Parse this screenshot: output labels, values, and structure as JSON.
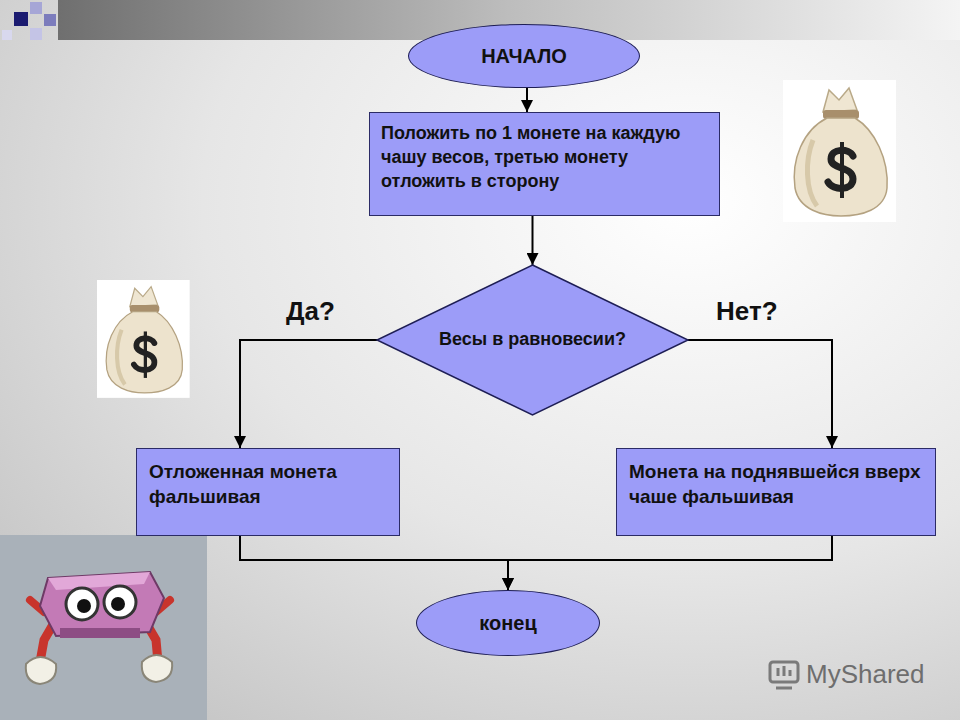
{
  "diagram": {
    "nodes": [
      {
        "text": [
          "НАЧАЛО"
        ]
      },
      {
        "text": [
          "Положить по 1 монете на каждую чашу весов, третью монету отложить в сторону"
        ]
      },
      {
        "text": [
          "Весы в равновесии?"
        ]
      },
      {
        "text": [
          "Отложенная монета фальшивая"
        ]
      },
      {
        "text": [
          "Монета на поднявшейся вверх чаше фальшивая"
        ]
      },
      {
        "text": [
          "конец"
        ]
      }
    ],
    "edges": [
      {
        "from": 0,
        "to": 1,
        "arrow": "to"
      },
      {
        "from": 1,
        "to": 2,
        "arrow": "to"
      },
      {
        "from": 2,
        "to": 3,
        "label": "Да?",
        "arrow": "to"
      },
      {
        "from": 2,
        "to": 4,
        "label": "Нет?",
        "arrow": "to"
      },
      {
        "from": 3,
        "to": 5,
        "arrow": "to"
      },
      {
        "from": 4,
        "to": 5,
        "arrow": "to"
      }
    ],
    "labels": [
      "MyShared"
    ]
  }
}
